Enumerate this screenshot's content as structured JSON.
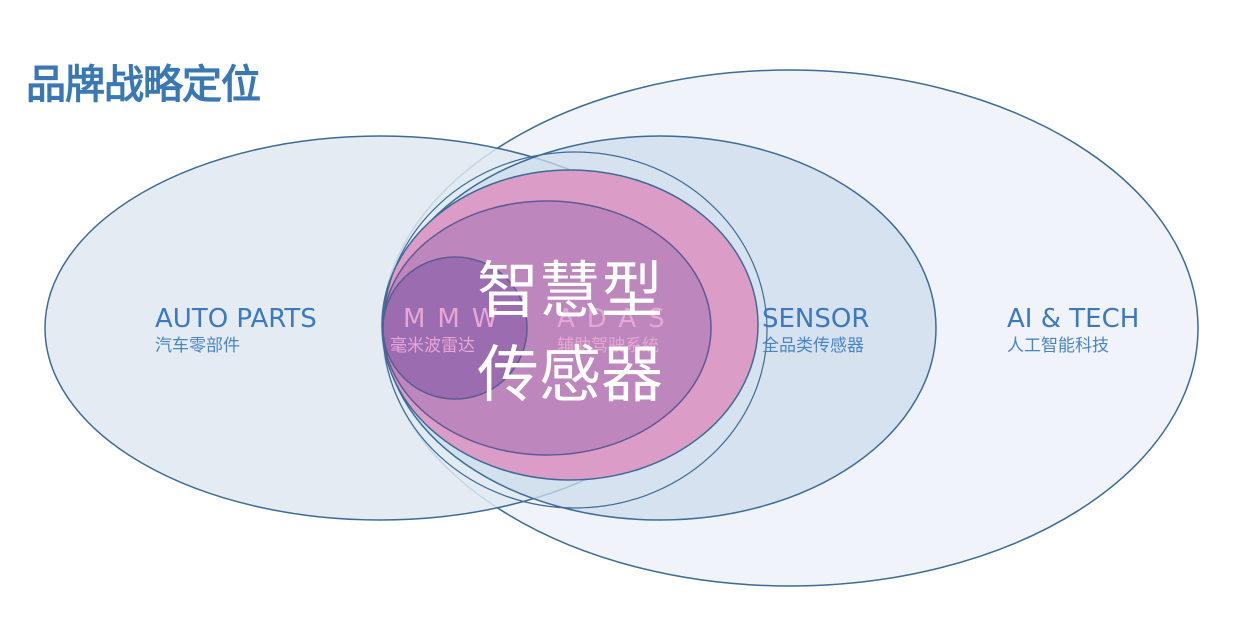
{
  "title": "品牌战略定位",
  "circles": [
    {
      "id": "ai_tech",
      "en": "AI & TECH",
      "cn": "人工智能科技"
    },
    {
      "id": "auto_parts",
      "en": "AUTO PARTS",
      "cn": "汽车零部件"
    },
    {
      "id": "sensor",
      "en": "SENSOR",
      "cn": "全品类传感器"
    },
    {
      "id": "adas",
      "en": "ADAS",
      "cn": "辅助驾驶系统"
    },
    {
      "id": "mmw",
      "en": "MMW",
      "cn": "毫米波雷达"
    }
  ],
  "center": {
    "line1": "智慧型",
    "line2": "传感器"
  },
  "colors": {
    "title": "#3a78b5",
    "outer_fill": "#e8eef6",
    "outer_stroke": "#3d6b97",
    "sensor_fill": "#d3e0ee",
    "pink_outer": "#dc9cc8",
    "pink_mid": "#c588c0",
    "purple_inner": "#9f6db0",
    "label_blue": "#3a78c0",
    "label_pink": "#e7a6d4"
  }
}
